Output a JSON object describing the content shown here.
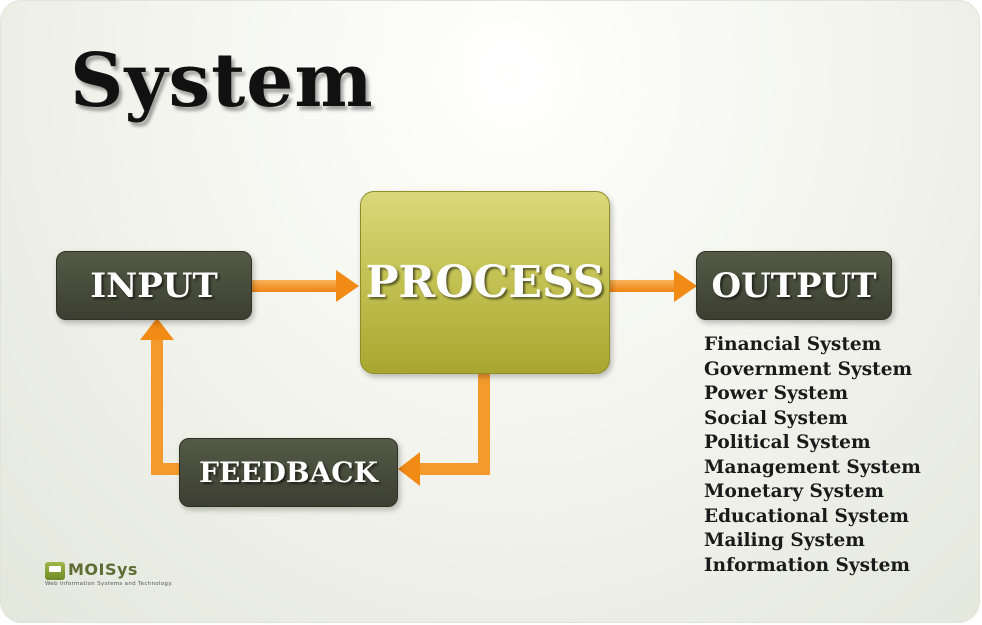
{
  "title": "System",
  "nodes": {
    "input": "INPUT",
    "process": "PROCESS",
    "output": "OUTPUT",
    "feedback": "FEEDBACK"
  },
  "output_examples": [
    "Financial System",
    "Government System",
    "Power System",
    "Social System",
    "Political System",
    "Management System",
    "Monetary System",
    "Educational System",
    "Mailing System",
    "Information System"
  ],
  "logo": {
    "name": "MOISys",
    "tagline": "Web Information Systems and Technology."
  },
  "colors": {
    "dark_box": "#4a4d3c",
    "process_box": "#c4c355",
    "arrow": "#f5901e",
    "title": "#111111"
  }
}
